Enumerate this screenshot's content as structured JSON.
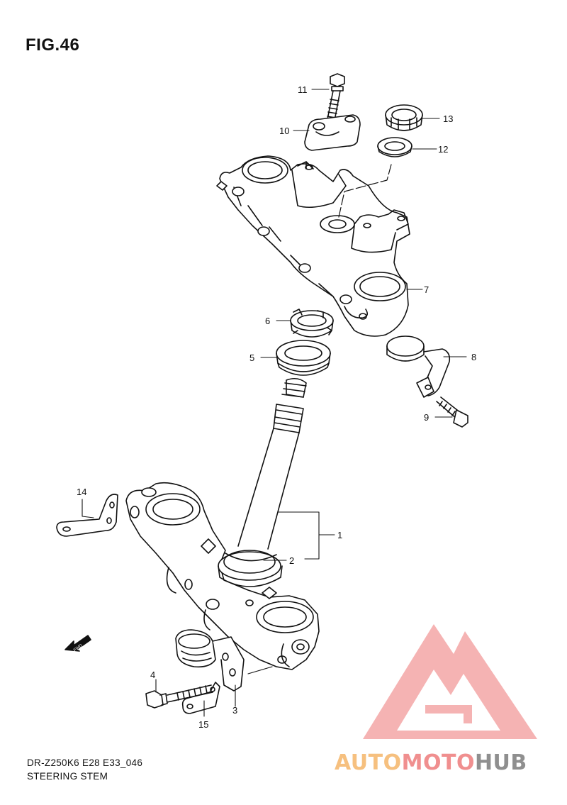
{
  "figure": {
    "title": "FIG.46",
    "model_code": "DR-Z250K6 E28 E33_046",
    "section_name": "STEERING STEM"
  },
  "callouts": [
    "1",
    "2",
    "3",
    "4",
    "5",
    "6",
    "7",
    "8",
    "9",
    "10",
    "11",
    "12",
    "13",
    "14",
    "15"
  ],
  "fwd_label": "FWD",
  "watermark": {
    "part_a": "AUTO",
    "part_b": "MOTO",
    "part_c": "HUB",
    "colors": {
      "auto": "#f6c07f",
      "moto": "#f08f8f",
      "hub": "#8f8f8f",
      "logo": "#f4a6a6"
    }
  }
}
